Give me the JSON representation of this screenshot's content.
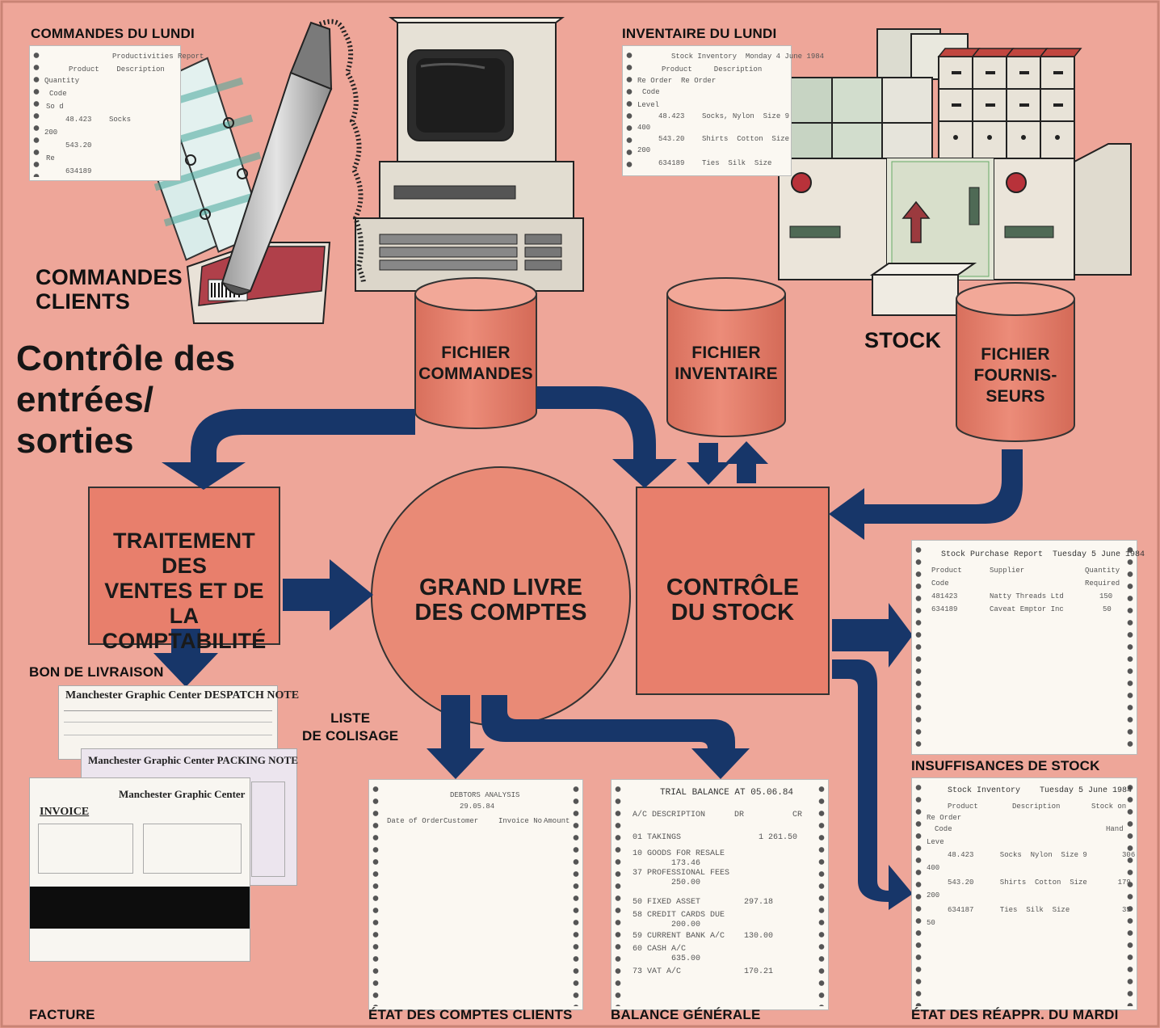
{
  "title": "Contrôle des entrées/ sorties",
  "title_lines": [
    "Contrôle des",
    "entrées/",
    "sorties"
  ],
  "labels": {
    "commandes_lundi": "COMMANDES DU LUNDI",
    "inventaire_lundi": "INVENTAIRE DU LUNDI",
    "commandes_clients": [
      "COMMANDES",
      "CLIENTS"
    ],
    "stock": "STOCK",
    "bon_livraison": "BON DE LIVRAISON",
    "liste_colisage": [
      "LISTE",
      "DE COLISAGE"
    ],
    "facture": "FACTURE",
    "insuffisances": "INSUFFISANCES DE STOCK",
    "etat_comptes": "ÉTAT DES COMPTES CLIENTS",
    "balance": "BALANCE GÉNÉRALE",
    "etat_reappr": "ÉTAT DES RÉAPPR. DU MARDI"
  },
  "cylinders": {
    "commandes": [
      "FICHIER",
      "COMMANDES"
    ],
    "inventaire": [
      "FICHIER",
      "INVENTAIRE"
    ],
    "fournisseurs": [
      "FICHIER",
      "FOURNIS-",
      "SEURS"
    ]
  },
  "processes": {
    "traitement": [
      "TRAITEMENT DES",
      "VENTES ET DE",
      "LA COMPTABILITÉ"
    ],
    "grand_livre": [
      "GRAND LIVRE",
      "DES COMPTES"
    ],
    "controle": [
      "CONTRÔLE",
      "DU STOCK"
    ]
  },
  "printouts": {
    "purchase": {
      "header": "Stock Purchase Report  Tuesday 5 June 1984",
      "cols": [
        "Product",
        "Supplier",
        "Quantity"
      ],
      "cols2": [
        "Code",
        "",
        "Required"
      ],
      "rows": [
        [
          "481423",
          "Natty Threads Ltd",
          "150"
        ],
        [
          "634189",
          "Caveat Emptor Inc",
          "50"
        ]
      ]
    },
    "inventory_tue": {
      "header": "Stock Inventory    Tuesday 5 June 1984",
      "cols": [
        "Product",
        "Description",
        "Stock on"
      ]
    },
    "trial": {
      "header": "TRIAL BALANCE AT 05.06.84",
      "sub": "A/C DESCRIPTION      DR          CR",
      "lines": [
        "01 TAKINGS                1 261.50",
        "10 GOODS FOR RESALE",
        "        173.46",
        "37 PROFESSIONAL FEES",
        "        250.00",
        "50 FIXED ASSET         297.18",
        "58 CREDIT CARDS DUE",
        "        200.00",
        "59 CURRENT BANK A/C    130.00",
        "60 CASH A/C",
        "        635.00",
        "73 VAT A/C             170.21"
      ]
    },
    "debtors": {
      "header": "DEBTORS ANALYSIS",
      "date": "29.05.84",
      "cols": [
        "Date of Order",
        "Customer",
        "Invoice No",
        "Amount"
      ]
    },
    "forms": {
      "despatch": "Manchester Graphic Center DESPATCH NOTE",
      "packing": "Manchester Graphic Center  PACKING NOTE",
      "invoice_co": "Manchester Graphic Center",
      "invoice": "INVOICE"
    }
  },
  "colors": {
    "background": "#eea699",
    "process": "#e87f6c",
    "arrow": "#173669"
  }
}
